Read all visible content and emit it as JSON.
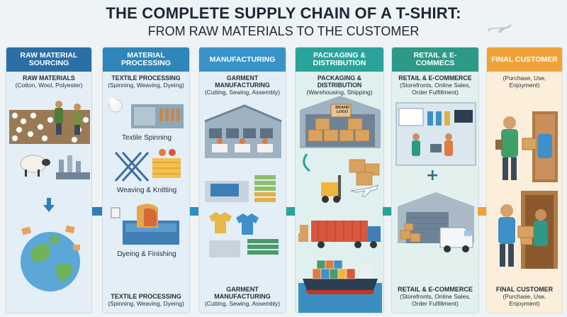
{
  "header": {
    "title": "THE COMPLETE SUPPLY CHAIN OF A T-SHIRT:",
    "subtitle": "FROM RAW MATERIALS TO THE CUSTOMER"
  },
  "colors": {
    "sourcing": "#2a6fa6",
    "processing": "#2f86b8",
    "manufacturing": "#3a93c8",
    "packaging": "#2aa39a",
    "retail": "#2c9a86",
    "customer": "#f0a23a",
    "arrow_blue": "#2b7fb8",
    "arrow_teal": "#2aa39a",
    "arrow_orange": "#f0a23a"
  },
  "stages": [
    {
      "heading": "RAW MATERIAL SOURCING",
      "sub_title": "RAW MATERIALS",
      "sub_detail": "(Cotton, Wool, Polyester)",
      "foot_title": "",
      "foot_detail": ""
    },
    {
      "heading": "MATERIAL PROCESSING",
      "sub_title": "TEXTILE PROCESSING",
      "sub_detail": "(Spinning, Weaving, Dyeing)",
      "steps": [
        "Textile Spinning",
        "Weaving & Knitting",
        "Dyeing & Finishing"
      ],
      "foot_title": "TEXTILE PROCESSING",
      "foot_detail": "(Spinning, Weaving, Dyeing)"
    },
    {
      "heading": "MANUFACTURING",
      "sub_title": "GARMENT MANUFACTURING",
      "sub_detail": "(Cutting, Sewing, Assembly)",
      "foot_title": "GARMENT MANUFACTURING",
      "foot_detail": "(Cutting, Sewing, Assembly)"
    },
    {
      "heading": "PACKAGING & DISTRIBUTION",
      "sub_title": "PACKAGING & DISTRIBUTION",
      "sub_detail": "(Warehousing, Shipping)",
      "box_logo": "BRAND LOGO",
      "foot_title": "",
      "foot_detail": ""
    },
    {
      "heading": "RETAIL & E-COMMECS",
      "sub_title": "RETAIL & E-COMMERCE",
      "sub_detail": "(Storefronts, Online Sales, Order Fulfillment)",
      "plus": "+",
      "foot_title": "RETAIL & E-COMMERCE",
      "foot_detail": "(Storefronts, Online Sales, Order Fulfillment)"
    },
    {
      "heading": "FINAL CUSTOMER",
      "sub_title": "",
      "sub_detail": "(Purchase, Use, Enjoyment)",
      "foot_title": "FINAL CUSTOMER",
      "foot_detail": "(Purchase, Use, Enjoyment)"
    }
  ]
}
